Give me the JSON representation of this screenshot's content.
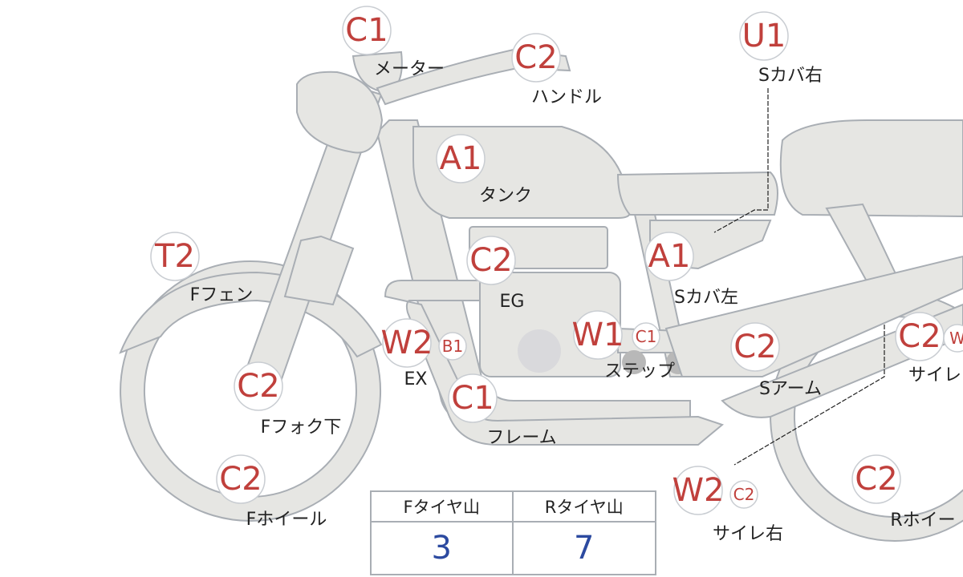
{
  "markers": [
    {
      "grade": "C1",
      "label": "メーター"
    },
    {
      "grade": "C2",
      "label": "ハンドル"
    },
    {
      "grade": "U1",
      "label": "Sカバ右"
    },
    {
      "grade": "A1",
      "label": "タンク"
    },
    {
      "grade": "T2",
      "label": "Fフェン"
    },
    {
      "grade": "C2",
      "label": "EG"
    },
    {
      "grade": "A1",
      "label": "Sカバ左"
    },
    {
      "grade": "W2",
      "sub": "B1",
      "label": "EX"
    },
    {
      "grade": "W1",
      "sub": "C1",
      "label": "ステップ"
    },
    {
      "grade": "C2",
      "label": "Sアーム"
    },
    {
      "grade": "C2",
      "sub": "W",
      "label": "サイレ"
    },
    {
      "grade": "C2",
      "label": "Fフォク下"
    },
    {
      "grade": "C1",
      "label": "フレーム"
    },
    {
      "grade": "C2",
      "label": "Fホイール"
    },
    {
      "grade": "W2",
      "sub": "C2",
      "label": "サイレ右"
    },
    {
      "grade": "C2",
      "label": "Rホイー"
    }
  ],
  "tire_table": {
    "front_header": "Fタイヤ山",
    "rear_header": "Rタイヤ山",
    "front_value": "3",
    "rear_value": "7"
  },
  "colors": {
    "grade": "#c0403c",
    "value": "#2c4aa0",
    "part": "#e6e6e3"
  }
}
